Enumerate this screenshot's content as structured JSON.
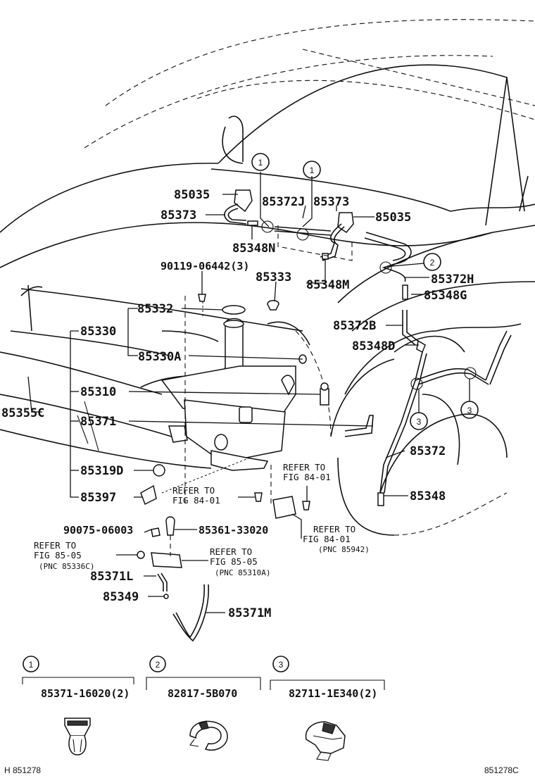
{
  "parts": {
    "p85035_top": "85035",
    "p85373_left": "85373",
    "p85372J": "85372J",
    "p85373_right": "85373",
    "p85035_right": "85035",
    "p85348N": "85348N",
    "p90119": "90119-06442(3)",
    "p85333": "85333",
    "p85348M": "85348M",
    "p85372H": "85372H",
    "p85348G": "85348G",
    "p85332": "85332",
    "p85372B": "85372B",
    "p85330": "85330",
    "p85348D": "85348D",
    "p85330A": "85330A",
    "p85310": "85310",
    "p85355C": "85355C",
    "p85371": "85371",
    "p85372": "85372",
    "p85319D": "85319D",
    "p85348": "85348",
    "p85397": "85397",
    "p90075": "90075-06003",
    "p85361": "85361-33020",
    "p85371L": "85371L",
    "p85349": "85349",
    "p85371M": "85371M"
  },
  "refs": {
    "r1_a": "REFER TO",
    "r1_b": "FIG 84-01",
    "r2_a": "REFER TO",
    "r2_b": "FIG 84-01",
    "r3_a": "REFER TO",
    "r3_b": "FIG 84-01",
    "r3_c": "(PNC 85942)",
    "r4_a": "REFER TO",
    "r4_b": "FIG 85-05",
    "r4_c": "(PNC 85336C)",
    "r5_a": "REFER TO",
    "r5_b": "FIG 85-05",
    "r5_c": "(PNC 85310A)"
  },
  "callouts": {
    "c1": "1",
    "c2": "2",
    "c3": "3"
  },
  "legend": {
    "g1_num": "1",
    "g1_part": "85371-16020(2)",
    "g2_num": "2",
    "g2_part": "82817-5B070",
    "g3_num": "3",
    "g3_part": "82711-1E340(2)"
  },
  "footer": {
    "left": "H 851278",
    "right": "851278C"
  }
}
